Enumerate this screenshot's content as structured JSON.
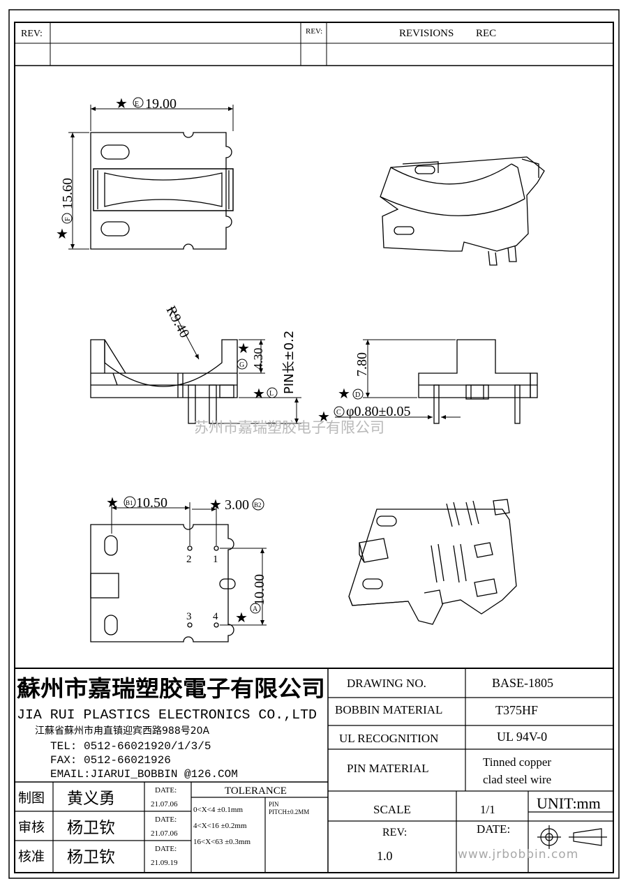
{
  "header": {
    "rev_label_left": "REV:",
    "rev_label_mid": "REV:",
    "revisions": "REVISIONS",
    "rec": "REC"
  },
  "dims": {
    "width": "19.00",
    "width_tag": "E",
    "height": "15.60",
    "height_tag": "F",
    "radius": "R9.40",
    "g_dim": "4.30",
    "g_tag": "G",
    "pin_len": "PIN长±0.2",
    "l_tag": "L",
    "side_h": "7.80",
    "d_tag": "D",
    "pin_dia": "φ0.80±0.05",
    "c_tag": "C",
    "b1_dim": "10.50",
    "b1_tag": "B1",
    "b2_dim": "3.00",
    "b2_tag": "B2",
    "a_dim": "10.00",
    "a_tag": "A",
    "pins": [
      "1",
      "2",
      "3",
      "4"
    ],
    "star": "★"
  },
  "watermark": "苏州市嘉瑞塑胶电子有限公司",
  "company": {
    "name_cn": "蘇州市嘉瑞塑胶電子有限公司",
    "name_en": "JIA RUI PLASTICS ELECTRONICS CO.,LTD",
    "address": "江蘇省蘇州市甪直镇迎宾西路988号20A",
    "tel": "TEL:  0512-66021920/1/3/5",
    "fax": "FAX:  0512-66021926",
    "email": "EMAIL:JIARUI_BOBBIN @126.COM"
  },
  "approvals": [
    {
      "role": "制图",
      "name": "黄义勇",
      "date_label": "DATE:",
      "date": "21.07.06"
    },
    {
      "role": "审核",
      "name": "杨卫钦",
      "date_label": "DATE:",
      "date": "21.07.06"
    },
    {
      "role": "核准",
      "name": "杨卫钦",
      "date_label": "DATE:",
      "date": "21.09.19"
    }
  ],
  "tolerance": {
    "title": "TOLERANCE",
    "rows": [
      "0<X<4  ±0.1mm",
      "4<X<16 ±0.2mm",
      "16<X<63 ±0.3mm"
    ],
    "pin_label": "PIN",
    "pin_pitch": "PITCH±0.2MM"
  },
  "spec": {
    "drawing_no_label": "DRAWING  NO.",
    "drawing_no": "BASE-1805",
    "material_label": "BOBBIN  MATERIAL",
    "material": "T375HF",
    "ul_label": "UL RECOGNITION",
    "ul": "UL 94V-0",
    "pin_material_label": "PIN MATERIAL",
    "pin_material_1": "Tinned copper",
    "pin_material_2": "clad steel wire",
    "scale_label": "SCALE",
    "scale": "1/1",
    "unit": "UNIT:mm",
    "rev_label": "REV:",
    "rev": "1.0",
    "date_label": "DATE:",
    "website": "www.jrbobbin.com"
  }
}
